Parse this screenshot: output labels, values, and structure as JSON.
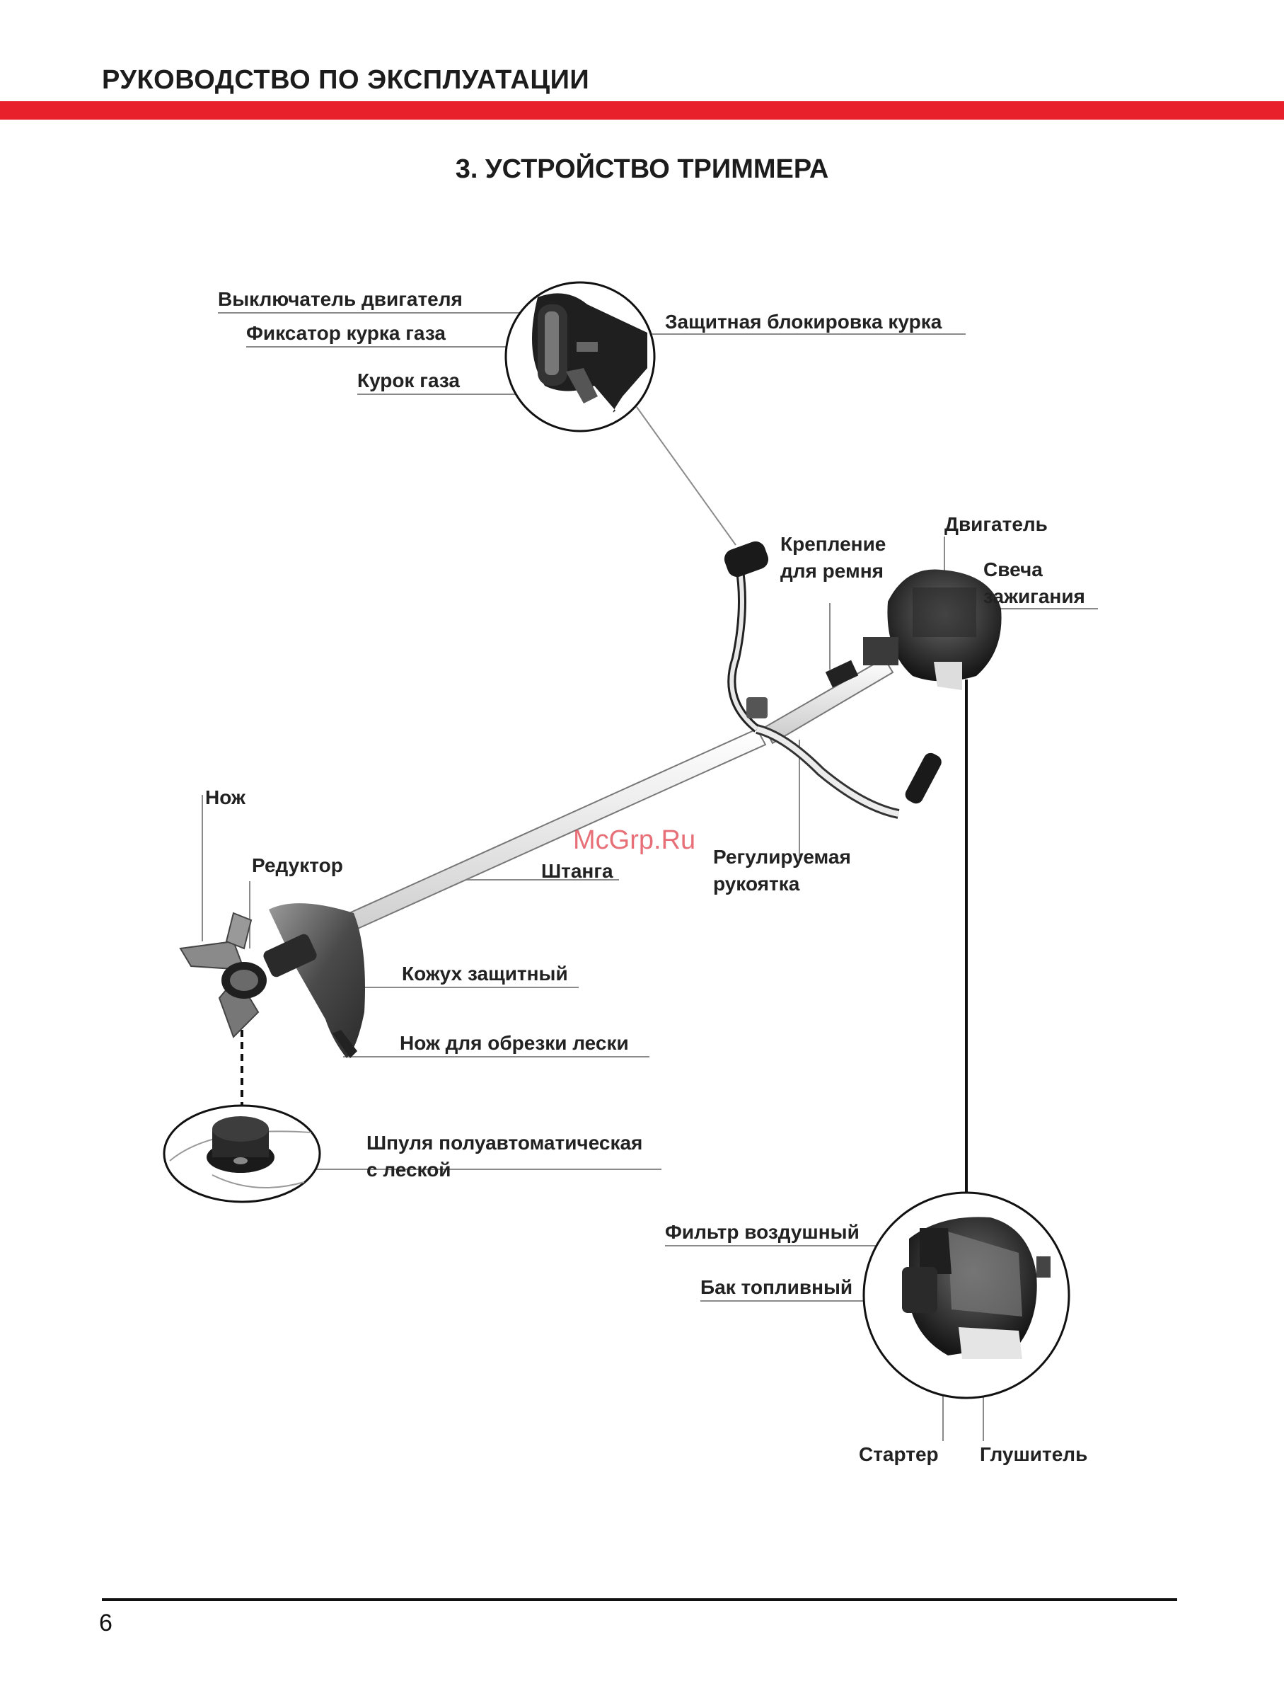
{
  "header": {
    "title": "РУКОВОДСТВО ПО ЭКСПЛУАТАЦИИ",
    "accent_color": "#e8202c"
  },
  "section": {
    "title": "3. УСТРОЙСТВО ТРИММЕРА"
  },
  "labels": {
    "engine_switch": "Выключатель двигателя",
    "throttle_lock": "Фиксатор курка газа",
    "throttle_trigger": "Курок газа",
    "trigger_safety_lock": "Защитная блокировка курка",
    "engine": "Двигатель",
    "belt_mount_1": "Крепление",
    "belt_mount_2": "для ремня",
    "spark_plug_1": "Свеча",
    "spark_plug_2": "зажигания",
    "blade": "Нож",
    "gearbox": "Редуктор",
    "shaft": "Штанга",
    "adjustable_handle_1": "Регулируемая",
    "adjustable_handle_2": "рукоятка",
    "guard": "Кожух защитный",
    "line_cutter": "Нож для обрезки лески",
    "spool_1": "Шпуля полуавтоматическая",
    "spool_2": "с леской",
    "air_filter": "Фильтр воздушный",
    "fuel_tank": "Бак топливный",
    "starter": "Стартер",
    "muffler": "Глушитель"
  },
  "watermark": "McGrp.Ru",
  "footer": {
    "page_number": "6"
  }
}
